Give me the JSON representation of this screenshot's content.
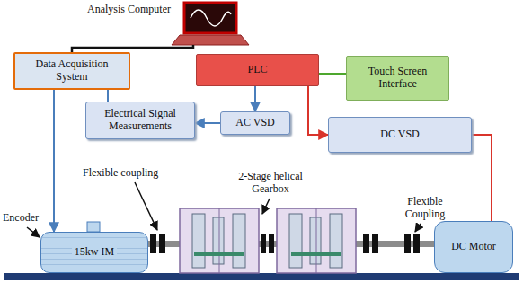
{
  "diagram": {
    "nodes": [
      {
        "text": [
          "Data Acquisition System"
        ]
      },
      {
        "text": [
          "PLC"
        ]
      },
      {
        "text": [
          "Touch Screen Interface"
        ]
      },
      {
        "text": [
          "Electrical Signal Measurements"
        ]
      },
      {
        "text": [
          "AC VSD"
        ]
      },
      {
        "text": [
          "DC VSD"
        ]
      },
      {
        "text": [
          "15kw IM"
        ]
      },
      {
        "text": [
          "DC Motor"
        ]
      }
    ],
    "edges": [
      {
        "from": 1,
        "to": 2,
        "arrow": "none"
      },
      {
        "from": 1,
        "to": 4,
        "arrow": "to"
      },
      {
        "from": 1,
        "to": 5,
        "arrow": "to"
      },
      {
        "from": 4,
        "to": 3,
        "arrow": "to"
      },
      {
        "from": 3,
        "to": 0,
        "arrow": "none"
      },
      {
        "from": 0,
        "to": 6,
        "arrow": "to"
      },
      {
        "from": 5,
        "to": 7,
        "arrow": "none"
      }
    ],
    "labels": [
      "Analysis Computer",
      "Flexible coupling",
      "2-Stage helical Gearbox",
      "Flexible Coupling",
      "Encoder"
    ]
  }
}
